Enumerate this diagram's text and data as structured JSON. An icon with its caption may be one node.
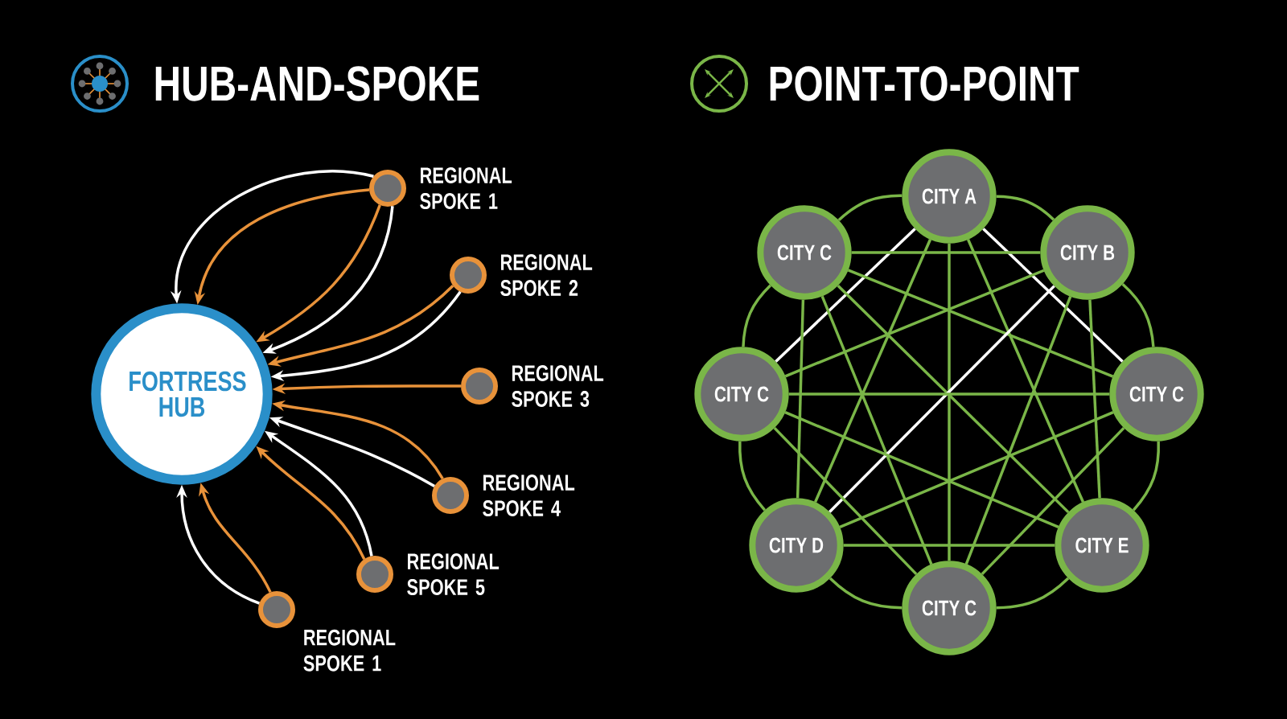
{
  "diagram": {
    "nodes": [
      {
        "text": [
          "FORTRESS HUB"
        ]
      },
      {
        "text": [],
        "shape": "circle",
        "beside": [
          "REGIONAL SPOKE 1"
        ]
      },
      {
        "text": [],
        "shape": "circle",
        "beside": [
          "REGIONAL SPOKE 2"
        ]
      },
      {
        "text": [],
        "shape": "circle",
        "beside": [
          "REGIONAL SPOKE 3"
        ]
      },
      {
        "text": [],
        "shape": "circle",
        "beside": [
          "REGIONAL SPOKE 4"
        ]
      },
      {
        "text": [],
        "shape": "circle",
        "beside": [
          "REGIONAL SPOKE 5"
        ]
      },
      {
        "text": [],
        "shape": "circle",
        "beside": [
          "REGIONAL SPOKE 1"
        ]
      },
      {
        "text": [
          "CITY A"
        ]
      },
      {
        "text": [
          "CITY C"
        ]
      },
      {
        "text": [
          "CITY B"
        ]
      },
      {
        "text": [
          "CITY C"
        ]
      },
      {
        "text": [
          "CITY C"
        ]
      },
      {
        "text": [
          "CITY D"
        ]
      },
      {
        "text": [
          "CITY E"
        ]
      },
      {
        "text": [
          "CITY C"
        ]
      }
    ],
    "edges": [
      {
        "from": 1,
        "to": 0,
        "arrow": "to",
        "color": "#ffffff"
      },
      {
        "from": 1,
        "to": 0,
        "arrow": "to",
        "color": "#e8923a"
      },
      {
        "from": 1,
        "to": 0,
        "arrow": "to",
        "color": "#e8923a"
      },
      {
        "from": 1,
        "to": 0,
        "arrow": "to",
        "color": "#ffffff"
      },
      {
        "from": 2,
        "to": 0,
        "arrow": "to",
        "color": "#e8923a"
      },
      {
        "from": 2,
        "to": 0,
        "arrow": "to",
        "color": "#ffffff"
      },
      {
        "from": 3,
        "to": 0,
        "arrow": "to",
        "color": "#e8923a"
      },
      {
        "from": 4,
        "to": 0,
        "arrow": "to",
        "color": "#e8923a"
      },
      {
        "from": 4,
        "to": 0,
        "arrow": "to",
        "color": "#ffffff"
      },
      {
        "from": 5,
        "to": 0,
        "arrow": "to",
        "color": "#ffffff"
      },
      {
        "from": 5,
        "to": 0,
        "arrow": "to",
        "color": "#e8923a"
      },
      {
        "from": 6,
        "to": 0,
        "arrow": "to",
        "color": "#ffffff"
      },
      {
        "from": 6,
        "to": 0,
        "arrow": "to",
        "color": "#e8923a"
      },
      {
        "from": 7,
        "to": 8,
        "arrow": "none"
      },
      {
        "from": 7,
        "to": 9,
        "arrow": "none"
      },
      {
        "from": 7,
        "to": 10,
        "arrow": "none",
        "color": "#ffffff"
      },
      {
        "from": 7,
        "to": 11,
        "arrow": "none",
        "color": "#ffffff"
      },
      {
        "from": 7,
        "to": 12,
        "arrow": "none"
      },
      {
        "from": 7,
        "to": 13,
        "arrow": "none"
      },
      {
        "from": 7,
        "to": 14,
        "arrow": "none"
      },
      {
        "from": 8,
        "to": 9,
        "arrow": "none"
      },
      {
        "from": 8,
        "to": 10,
        "arrow": "none"
      },
      {
        "from": 8,
        "to": 11,
        "arrow": "none"
      },
      {
        "from": 8,
        "to": 12,
        "arrow": "none"
      },
      {
        "from": 8,
        "to": 13,
        "arrow": "none"
      },
      {
        "from": 8,
        "to": 14,
        "arrow": "none"
      },
      {
        "from": 9,
        "to": 10,
        "arrow": "none"
      },
      {
        "from": 9,
        "to": 11,
        "arrow": "none"
      },
      {
        "from": 9,
        "to": 12,
        "arrow": "none",
        "color": "#ffffff"
      },
      {
        "from": 9,
        "to": 13,
        "arrow": "none"
      },
      {
        "from": 9,
        "to": 14,
        "arrow": "none"
      },
      {
        "from": 10,
        "to": 11,
        "arrow": "none"
      },
      {
        "from": 10,
        "to": 12,
        "arrow": "none"
      },
      {
        "from": 10,
        "to": 13,
        "arrow": "none"
      },
      {
        "from": 10,
        "to": 14,
        "arrow": "none"
      },
      {
        "from": 11,
        "to": 12,
        "arrow": "none"
      },
      {
        "from": 11,
        "to": 13,
        "arrow": "none"
      },
      {
        "from": 11,
        "to": 14,
        "arrow": "none"
      },
      {
        "from": 12,
        "to": 13,
        "arrow": "none"
      },
      {
        "from": 12,
        "to": 14,
        "arrow": "none"
      },
      {
        "from": 13,
        "to": 14,
        "arrow": "none"
      }
    ],
    "labels": [
      "HUB-AND-SPOKE",
      "POINT-TO-POINT"
    ]
  }
}
